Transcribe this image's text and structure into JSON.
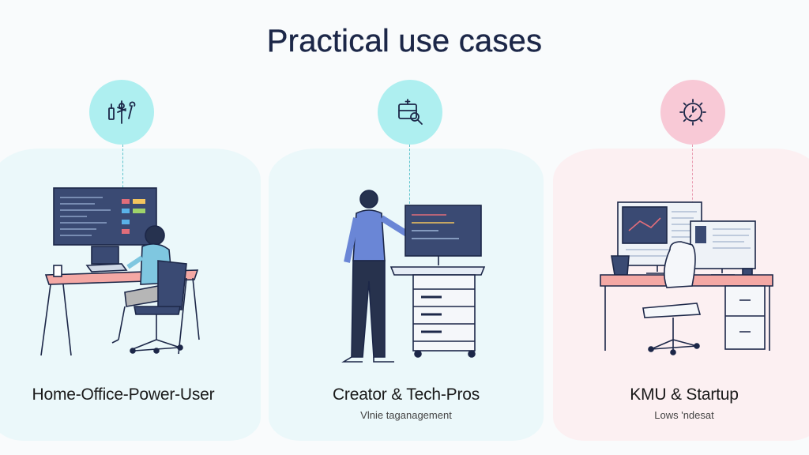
{
  "title": "Practical use cases",
  "cards": [
    {
      "title": "Home-Office-Power-User",
      "subtitle": "",
      "icon": "tools-icon",
      "badge_color": "#aeeff0",
      "line_color": "#5ec4cc"
    },
    {
      "title": "Creator & Tech-Pros",
      "subtitle": "Vlnie tаganagement",
      "icon": "device-search-icon",
      "badge_color": "#aeeff0",
      "line_color": "#5ec4cc"
    },
    {
      "title": "KMU & Startup",
      "subtitle": "Lows 'ndesat",
      "icon": "gear-clock-icon",
      "badge_color": "#f8c9d6",
      "line_color": "#e89bb0"
    }
  ]
}
